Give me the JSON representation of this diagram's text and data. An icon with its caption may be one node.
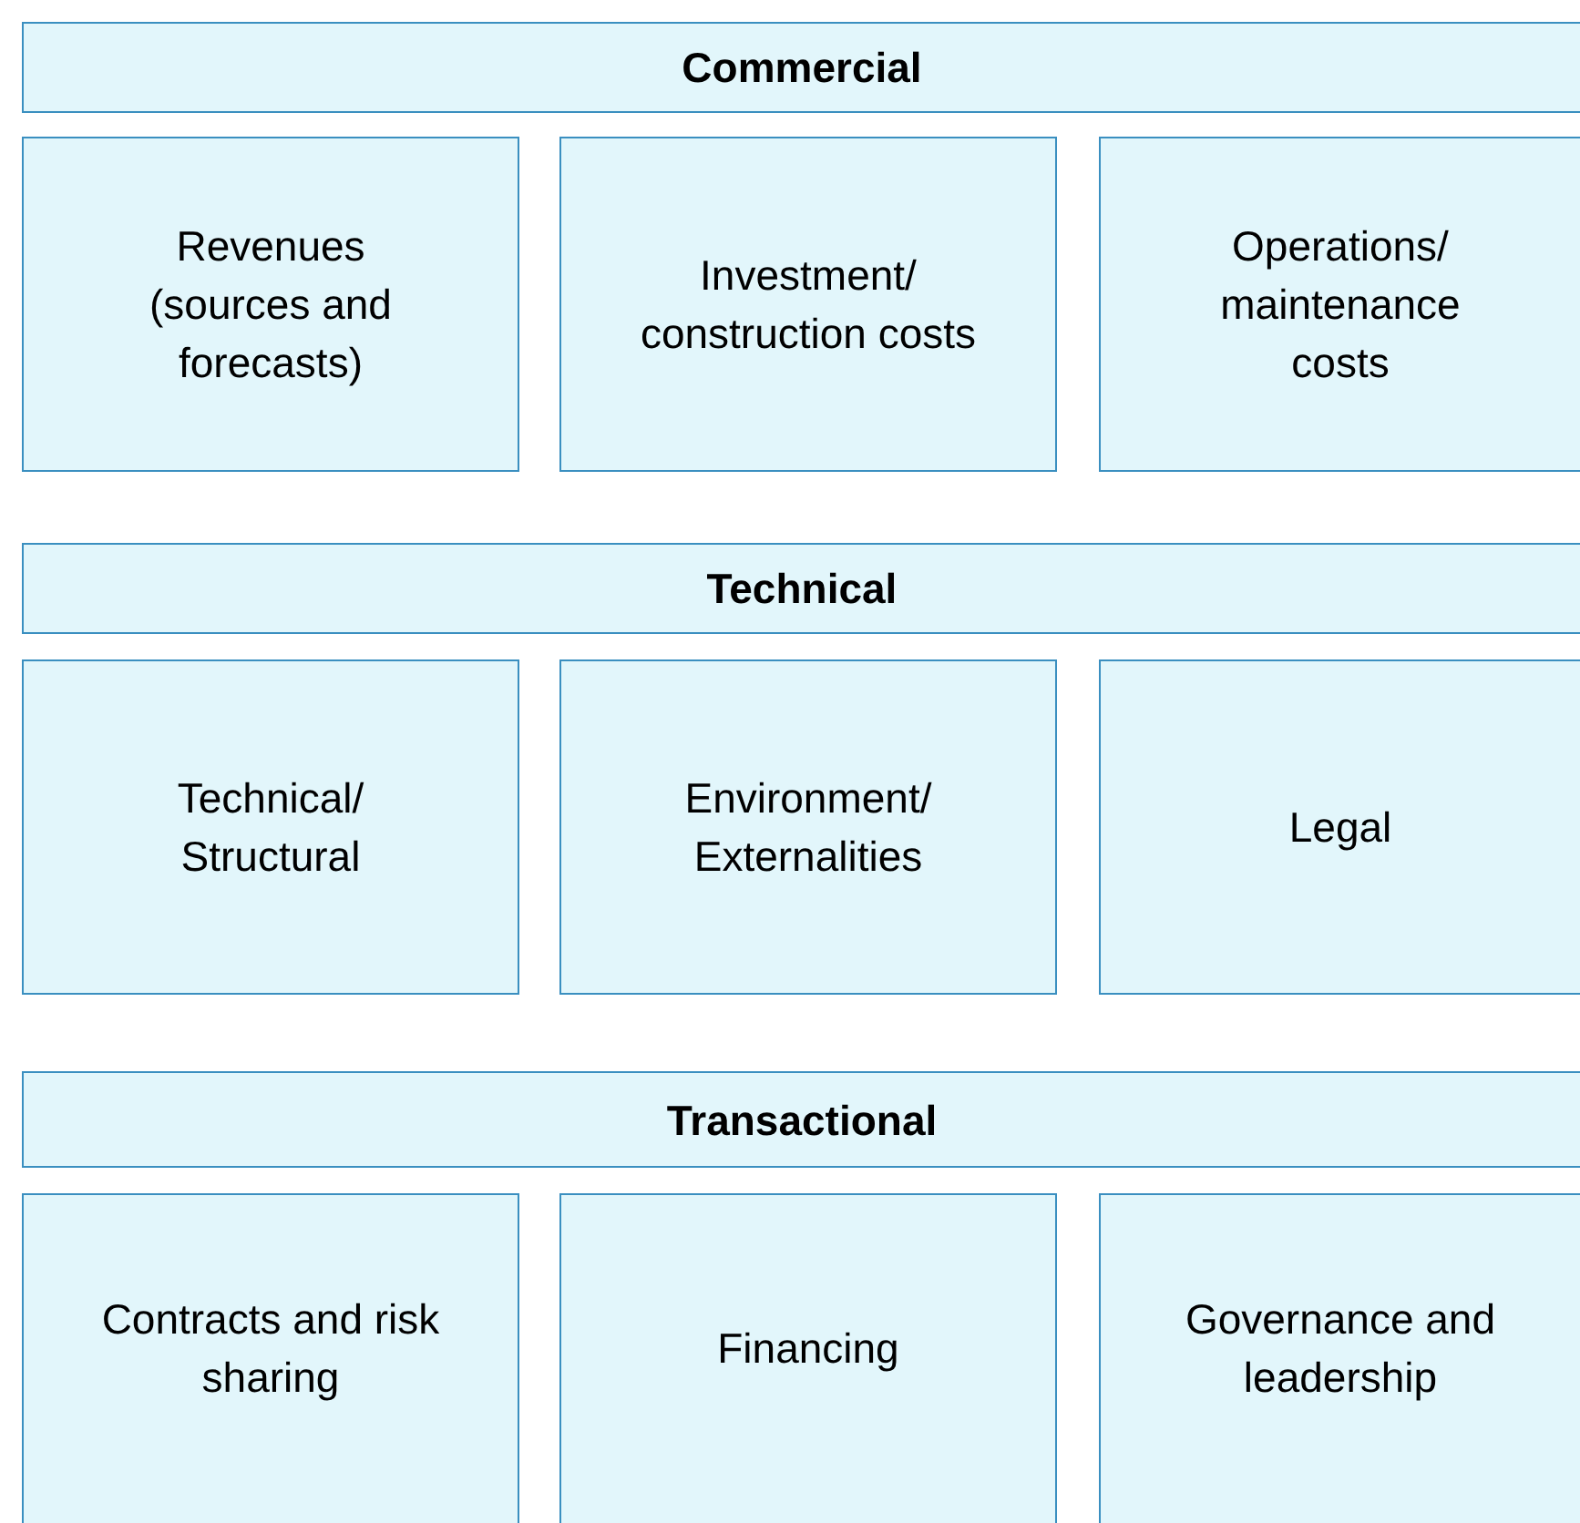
{
  "diagram": {
    "nodes": [
      {
        "text": [
          "Commercial"
        ]
      },
      {
        "text": [
          "Revenues (sources and forecasts)"
        ]
      },
      {
        "text": [
          "Investment/ construction costs"
        ]
      },
      {
        "text": [
          "Operations/ maintenance costs"
        ]
      },
      {
        "text": [
          "Technical"
        ]
      },
      {
        "text": [
          "Technical/ Structural"
        ]
      },
      {
        "text": [
          "Environment/ Externalities"
        ]
      },
      {
        "text": [
          "Legal"
        ]
      },
      {
        "text": [
          "Transactional"
        ]
      },
      {
        "text": [
          "Contracts and risk sharing"
        ]
      },
      {
        "text": [
          "Financing"
        ]
      },
      {
        "text": [
          "Governance and leadership"
        ]
      }
    ]
  }
}
